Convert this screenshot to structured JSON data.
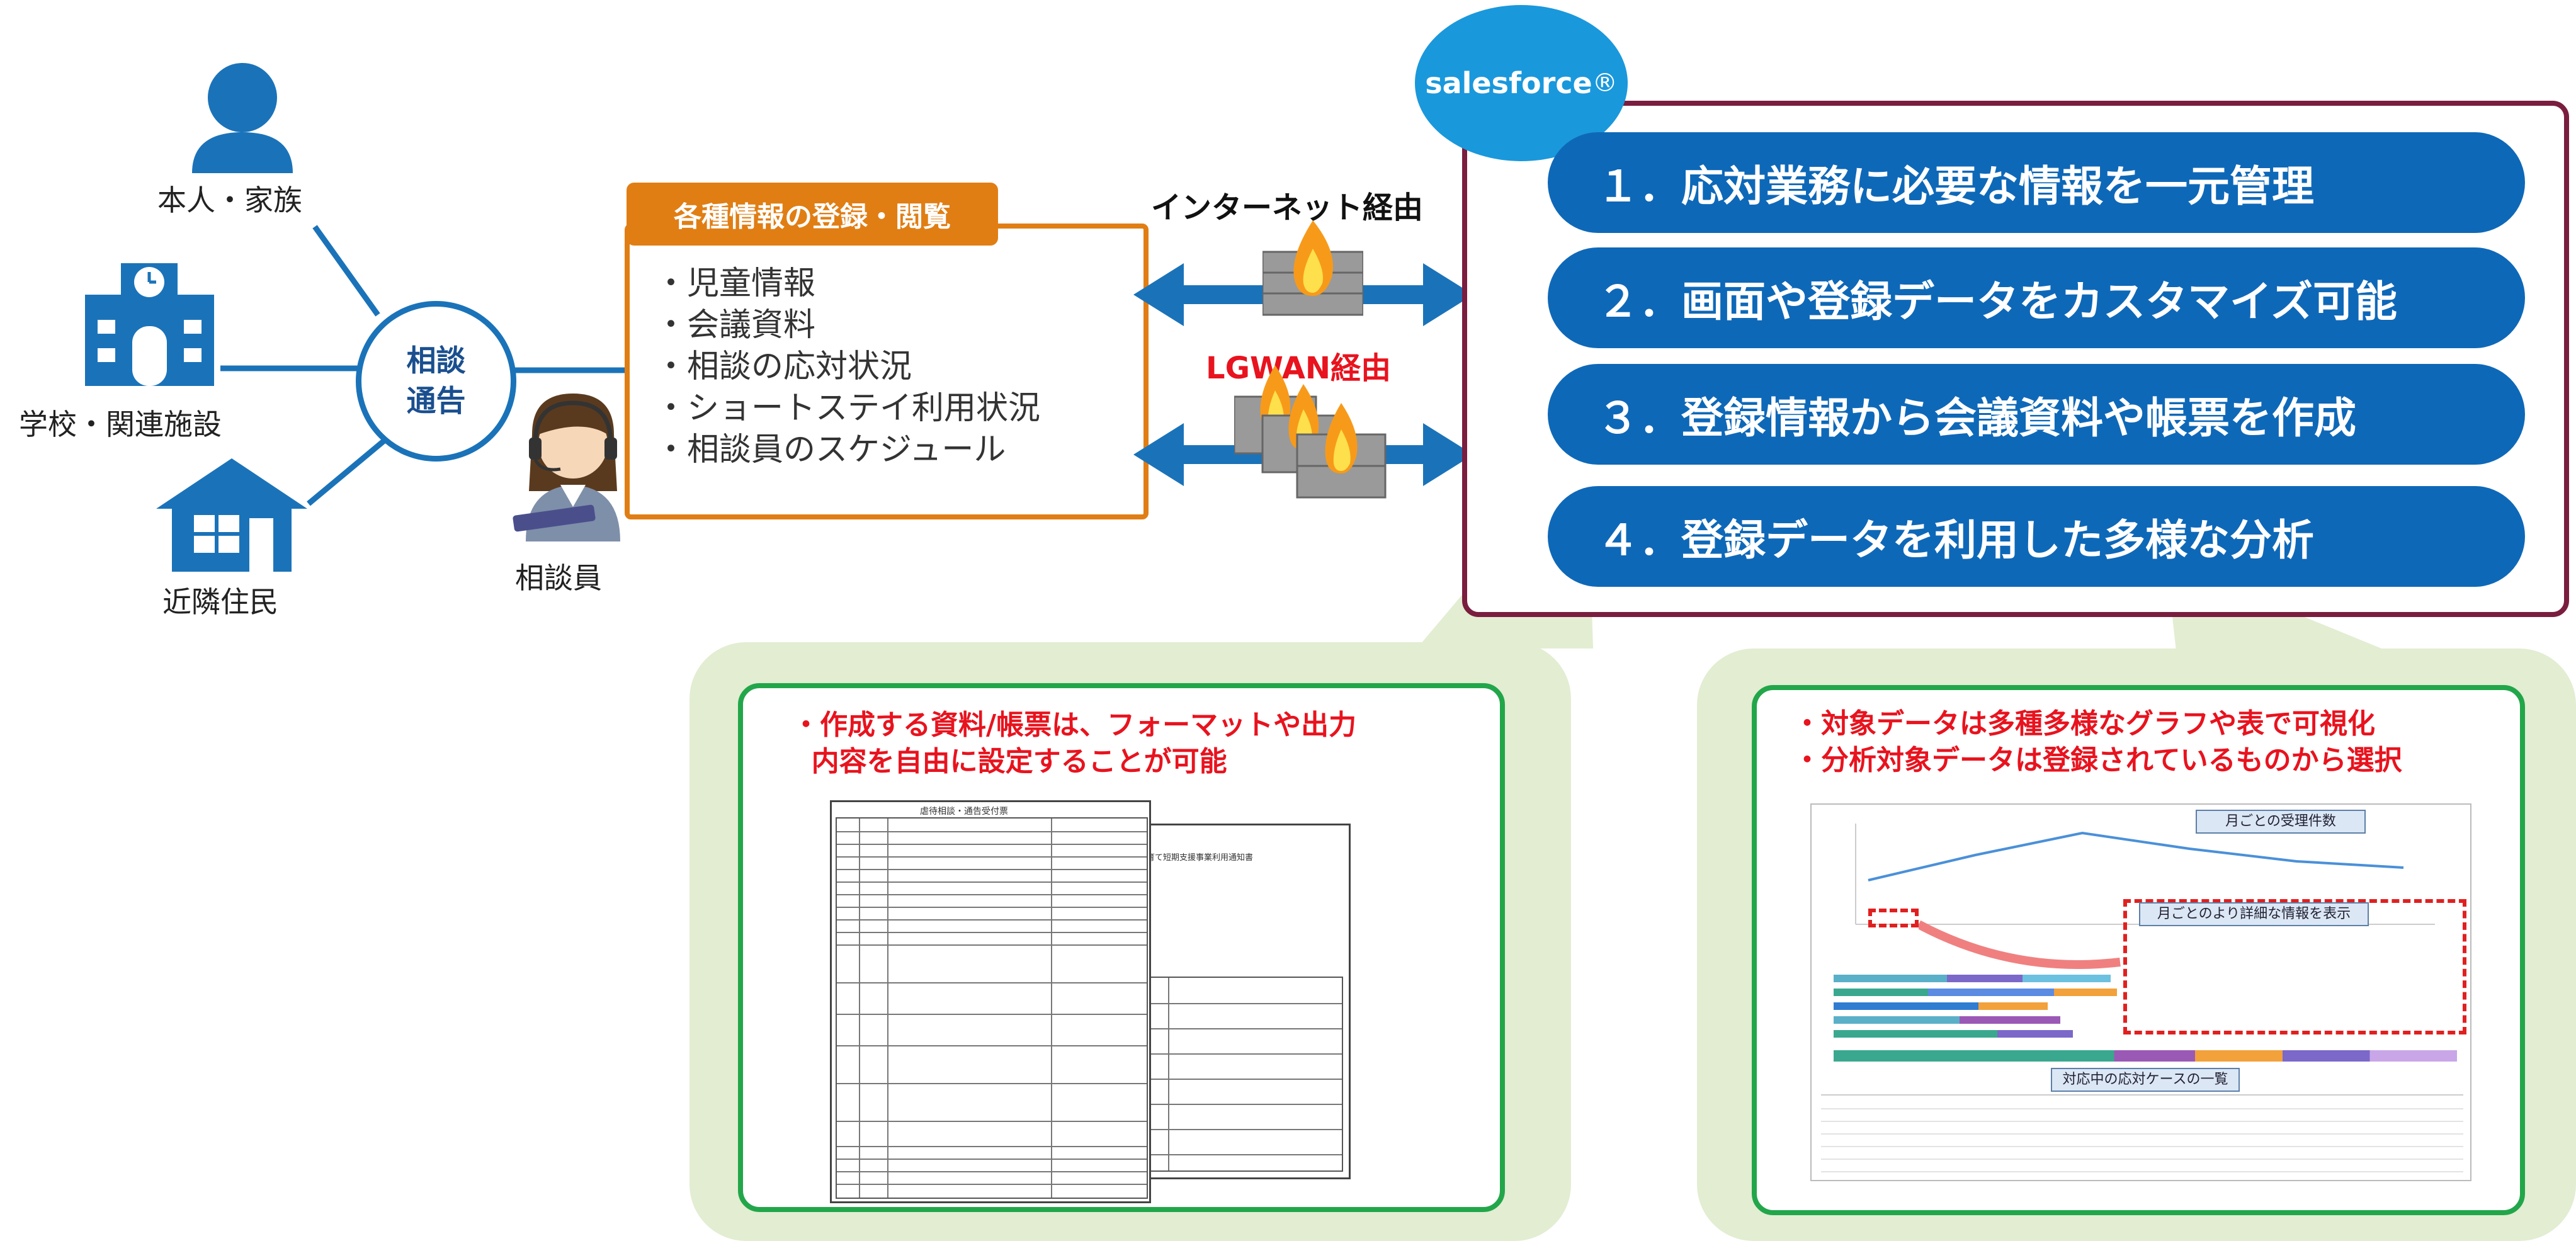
{
  "contacts": {
    "self_family": "本人・家族",
    "school": "学校・関連施設",
    "neighbors": "近隣住民"
  },
  "hub": {
    "line1": "相談",
    "line2": "通告"
  },
  "counselor": {
    "label": "相談員"
  },
  "registration": {
    "title": "各種情報の登録・閲覧",
    "items": [
      "・児童情報",
      "・会議資料",
      "・相談の応対状況",
      "・ショートステイ利用状況",
      "・相談員のスケジュール"
    ]
  },
  "routes": {
    "internet": {
      "label": "インターネット経由",
      "color": "#111111"
    },
    "lgwan": {
      "label": "LGWAN経由",
      "color": "#e8131e"
    }
  },
  "salesforce": {
    "logo": "salesforce",
    "reg": "®",
    "color": "#1a98dc"
  },
  "features": [
    "１．応対業務に必要な情報を一元管理",
    "２．画面や登録データをカスタマイズ可能",
    "３．登録情報から会議資料や帳票を作成",
    "４．登録データを利用した多様な分析"
  ],
  "left_box": {
    "note": "・作成する資料/帳票は、フォーマットや出力\n  内容を自由に設定することが可能",
    "doc_front_title": "虐待相談・通告受付票",
    "doc_back_title": "子育て短期支援事業利用通知書"
  },
  "right_box": {
    "note": "・対象データは多種多様なグラフや表で可視化\n・分析対象データは登録されているものから選択",
    "callout_monthly": "月ごとの受理件数",
    "callout_detail": "月ごとのより詳細な情報を表示",
    "callout_list": "対応中の応対ケースの一覧"
  },
  "colors": {
    "primary": "#0e68b8",
    "orange": "#e07e14",
    "green": "#22a64a",
    "maroon": "#7a1d3e",
    "red": "#e8131e"
  }
}
